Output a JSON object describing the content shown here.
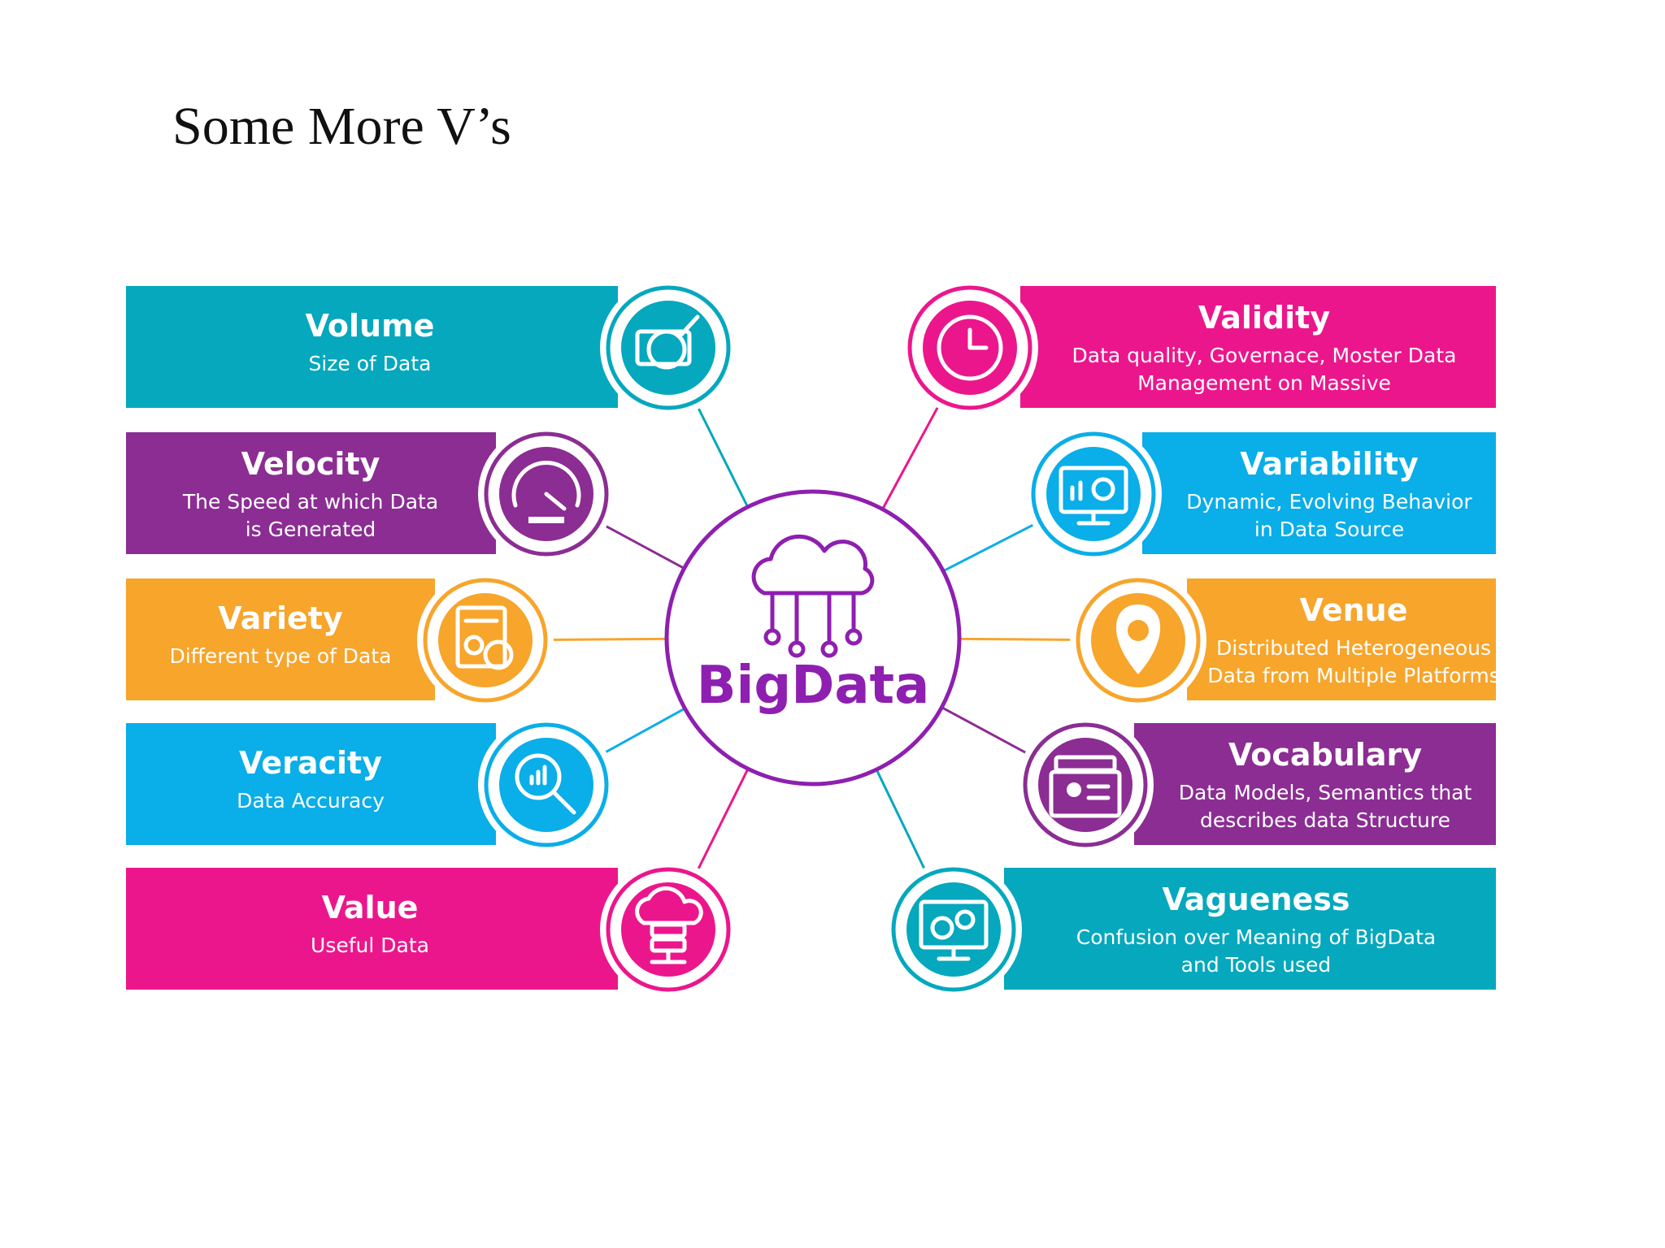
{
  "slide": {
    "title": "Some More V’s"
  },
  "hub": {
    "label": "BigData",
    "color": "#8e1fb0"
  },
  "items": [
    {
      "title": "Volume",
      "desc": [
        "Size of Data"
      ],
      "color": "#05a8bd",
      "icon": "data-magnifier-icon"
    },
    {
      "title": "Velocity",
      "desc": [
        "The Speed at which Data",
        "is Generated"
      ],
      "color": "#8b2d93",
      "icon": "speedometer-icon"
    },
    {
      "title": "Variety",
      "desc": [
        "Different type of Data"
      ],
      "color": "#f7a52b",
      "icon": "document-gears-icon"
    },
    {
      "title": "Veracity",
      "desc": [
        "Data Accuracy"
      ],
      "color": "#0aaee8",
      "icon": "search-chart-icon"
    },
    {
      "title": "Value",
      "desc": [
        "Useful Data"
      ],
      "color": "#ec168c",
      "icon": "cloud-server-icon"
    },
    {
      "title": "Validity",
      "desc": [
        "Data quality, Governace, Moster Data",
        "Management on Massive"
      ],
      "color": "#ec168c",
      "icon": "clock-icon"
    },
    {
      "title": "Variability",
      "desc": [
        "Dynamic, Evolving Behavior",
        "in Data Source"
      ],
      "color": "#0aaee8",
      "icon": "monitor-analytics-icon"
    },
    {
      "title": "Venue",
      "desc": [
        "Distributed Heterogeneous",
        "Data from Multiple Platforms"
      ],
      "color": "#f7a52b",
      "icon": "location-pin-icon"
    },
    {
      "title": "Vocabulary",
      "desc": [
        "Data Models, Semantics that",
        "describes data Structure"
      ],
      "color": "#8b2d93",
      "icon": "card-files-icon"
    },
    {
      "title": "Vagueness",
      "desc": [
        "Confusion over Meaning of BigData",
        "and Tools used"
      ],
      "color": "#05a8bd",
      "icon": "monitor-gears-icon"
    }
  ]
}
